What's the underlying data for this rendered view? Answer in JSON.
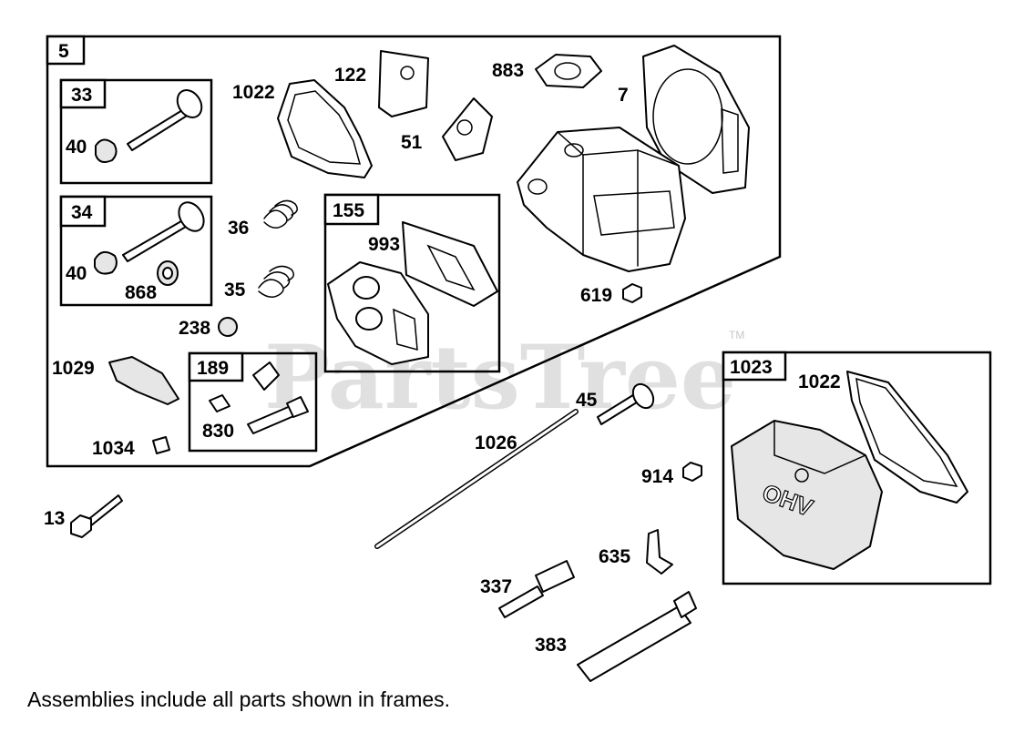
{
  "frames": {
    "main": "5",
    "intake_valve": "33",
    "exhaust_valve": "34",
    "gasket_set": "155",
    "breather": "189",
    "cover_kit": "1023"
  },
  "parts": {
    "p40a": "40",
    "p40b": "40",
    "p868": "868",
    "p1022a": "1022",
    "p122": "122",
    "p883": "883",
    "p7": "7",
    "p51": "51",
    "p36": "36",
    "p35": "35",
    "p993": "993",
    "p619": "619",
    "p238": "238",
    "p1029": "1029",
    "p830": "830",
    "p1034": "1034",
    "p1022b": "1022",
    "p45": "45",
    "p1026": "1026",
    "p914": "914",
    "p13": "13",
    "p635": "635",
    "p337": "337",
    "p383": "383"
  },
  "watermark": {
    "text": "PartsTree",
    "tm": "TM"
  },
  "cover_text": "OHV",
  "footnote": "Assemblies include all parts shown in frames."
}
